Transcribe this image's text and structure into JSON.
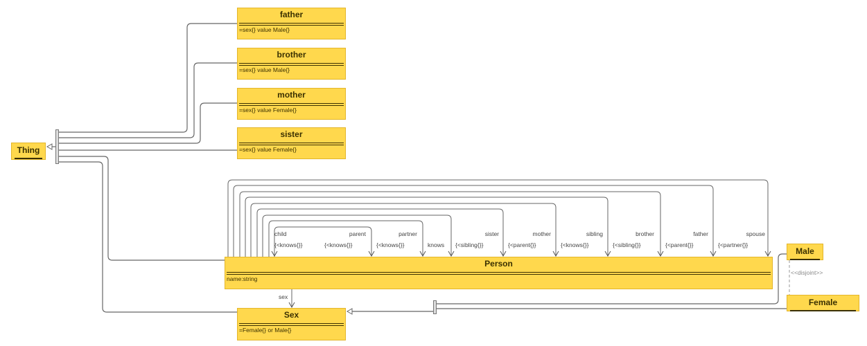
{
  "diagram": {
    "colors": {
      "class_fill": "#FFD84D",
      "class_border": "#E3B52A",
      "edge": "#666666"
    },
    "root": {
      "name": "Thing"
    },
    "classes": [
      {
        "id": "father",
        "name": "father",
        "attr": "=sex{} value Male{}"
      },
      {
        "id": "brother",
        "name": "brother",
        "attr": "=sex{} value Male{}"
      },
      {
        "id": "mother",
        "name": "mother",
        "attr": "=sex{} value Female{}"
      },
      {
        "id": "sister",
        "name": "sister",
        "attr": "=sex{} value Female{}"
      }
    ],
    "person": {
      "name": "Person",
      "attr": "name:string"
    },
    "sex": {
      "name": "Sex",
      "attr": "=Female{} or Male{}",
      "edge_label": "sex"
    },
    "male": {
      "name": "Male"
    },
    "female": {
      "name": "Female"
    },
    "disjoint_label": "<<disjoint>>",
    "properties": [
      {
        "name": "child",
        "constraint": "{<knows{}}"
      },
      {
        "name": "parent",
        "constraint": "{<knows{}}"
      },
      {
        "name": "partner",
        "constraint": "{<knows{}}"
      },
      {
        "name": "knows",
        "constraint": ""
      },
      {
        "name": "sister",
        "constraint": "{<sibling{}}"
      },
      {
        "name": "mother",
        "constraint": "{<parent{}}"
      },
      {
        "name": "sibling",
        "constraint": "{<knows{}}"
      },
      {
        "name": "brother",
        "constraint": "{<sibling{}}"
      },
      {
        "name": "father",
        "constraint": "{<parent{}}"
      },
      {
        "name": "spouse",
        "constraint": "{<partner{}}"
      }
    ]
  }
}
